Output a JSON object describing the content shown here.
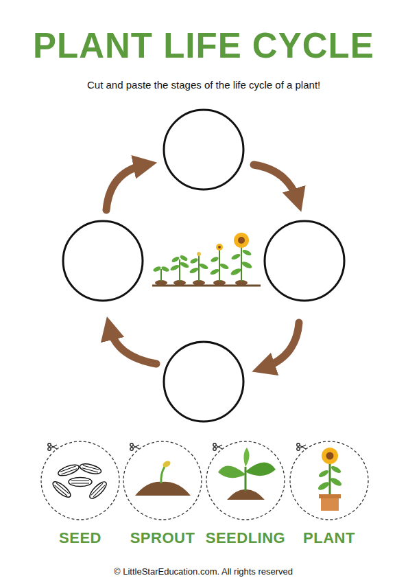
{
  "diagram": {
    "title": "PLANT LIFE CYCLE",
    "nodes": [
      {
        "text": [
          "SEED"
        ]
      },
      {
        "text": [
          "SPROUT"
        ]
      },
      {
        "text": [
          "SEEDLING"
        ]
      },
      {
        "text": [
          "PLANT"
        ]
      }
    ],
    "labels": [
      "Cut and paste the stages of the life cycle of a plant!",
      "© LittleStarEducation.com. All rights reserved"
    ]
  }
}
